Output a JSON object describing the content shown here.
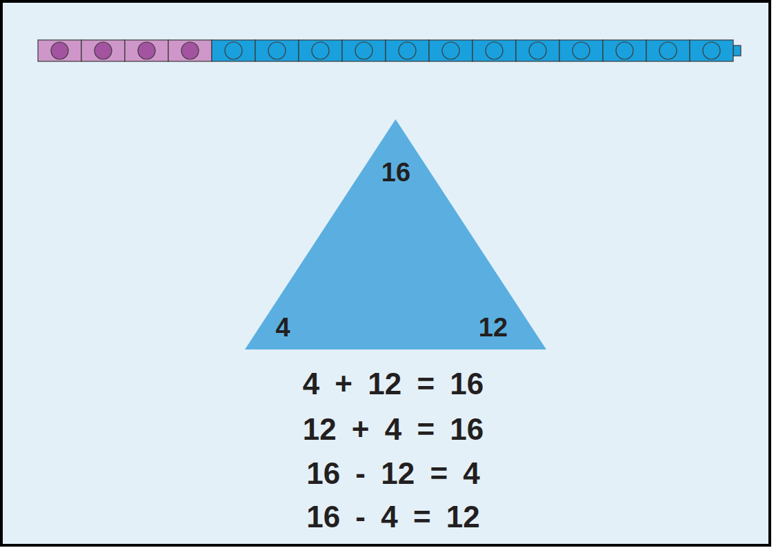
{
  "diagram": {
    "nodes": [
      {
        "text": [
          "16",
          "4",
          "12"
        ]
      }
    ],
    "labels": [
      "4 + 12 = 16",
      "12 + 4 = 16",
      "16 - 12 = 4",
      "16 - 4 = 12"
    ]
  }
}
